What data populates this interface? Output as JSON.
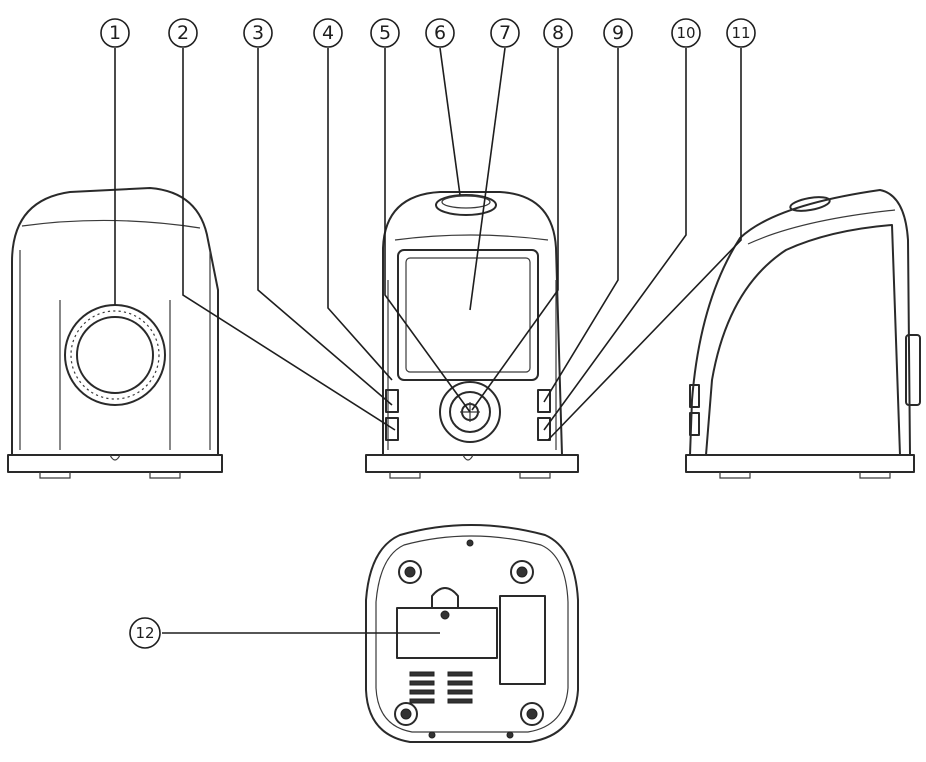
{
  "callouts": [
    {
      "id": "1",
      "label": "1"
    },
    {
      "id": "2",
      "label": "2"
    },
    {
      "id": "3",
      "label": "3"
    },
    {
      "id": "4",
      "label": "4"
    },
    {
      "id": "5",
      "label": "5"
    },
    {
      "id": "6",
      "label": "6"
    },
    {
      "id": "7",
      "label": "7"
    },
    {
      "id": "8",
      "label": "8"
    },
    {
      "id": "9",
      "label": "9"
    },
    {
      "id": "10",
      "label": "10"
    },
    {
      "id": "11",
      "label": "11"
    },
    {
      "id": "12",
      "label": "12"
    }
  ],
  "colors": {
    "line": "#2a2a2a",
    "background": "#ffffff"
  }
}
